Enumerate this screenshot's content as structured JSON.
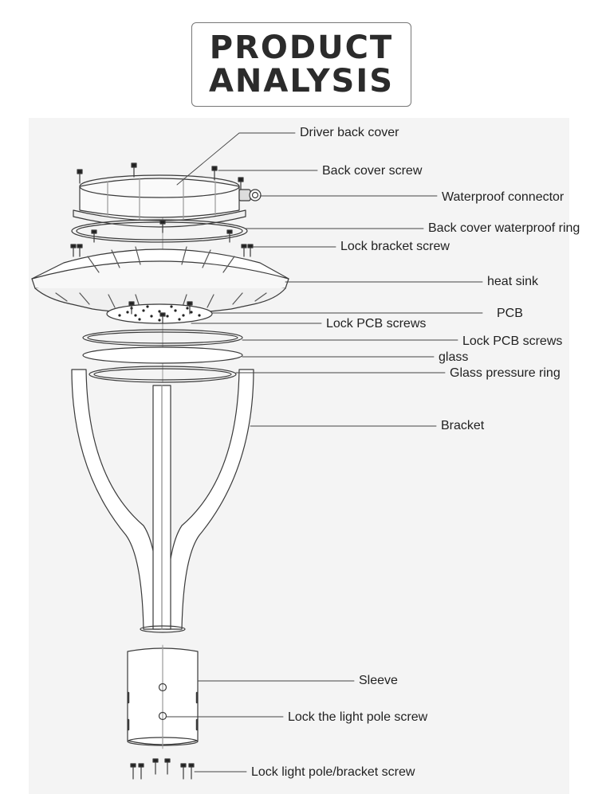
{
  "header": {
    "title_line1": "PRODUCT",
    "title_line2": "ANALYSIS"
  },
  "colors": {
    "line": "#3a3a3a",
    "panel": "#f4f4f4",
    "title_border": "#777777"
  },
  "labels": {
    "driver_back_cover": "Driver back cover",
    "back_cover_screw": "Back cover screw",
    "waterproof_connector": "Waterproof connector",
    "back_cover_waterproof_ring": "Back cover waterproof ring",
    "lock_bracket_screw": "Lock bracket screw",
    "heat_sink": "heat sink",
    "pcb": "PCB",
    "lock_pcb_screws_1": "Lock PCB screws",
    "lock_pcb_screws_2": "Lock PCB screws",
    "glass": "glass",
    "glass_pressure_ring": "Glass pressure ring",
    "bracket": "Bracket",
    "sleeve": "Sleeve",
    "lock_light_pole_screw": "Lock the light pole screw",
    "lock_light_pole_bracket_screw": "Lock light pole/bracket screw"
  }
}
